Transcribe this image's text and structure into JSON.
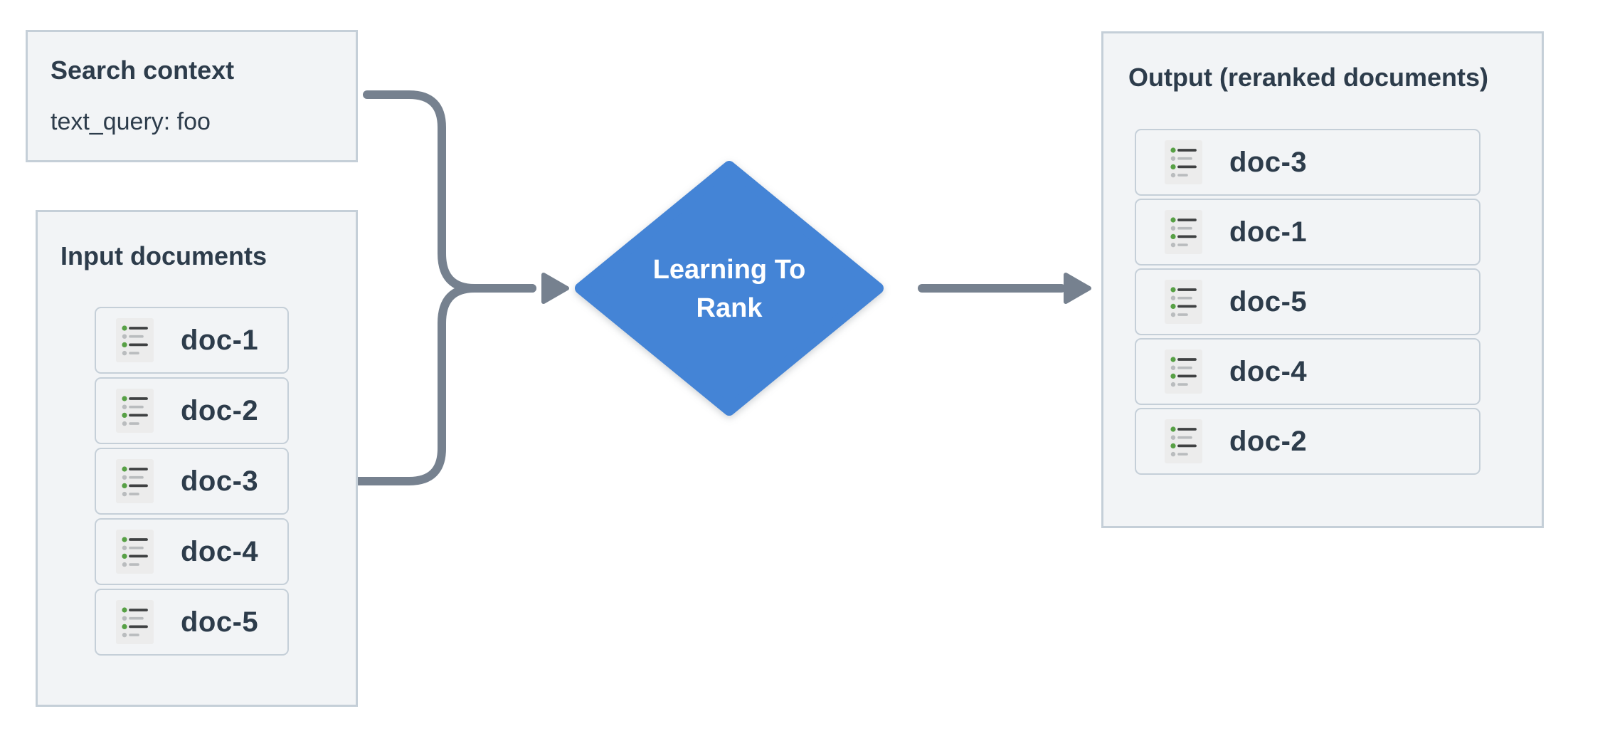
{
  "search_context": {
    "title": "Search context",
    "query": "text_query: foo"
  },
  "input_documents": {
    "title": "Input documents",
    "items": [
      "doc-1",
      "doc-2",
      "doc-3",
      "doc-4",
      "doc-5"
    ]
  },
  "process_node": {
    "label_line1": "Learning To",
    "label_line2": "Rank"
  },
  "output_documents": {
    "title": "Output (reranked documents)",
    "items": [
      "doc-3",
      "doc-1",
      "doc-5",
      "doc-4",
      "doc-2"
    ]
  },
  "icons": {
    "doc_item_icon": "doc-list-icon"
  },
  "colors": {
    "node_blue": "#4484d6",
    "box_background": "#f2f4f6",
    "box_border": "#c5cfd8",
    "text_dark": "#2d3c4b",
    "arrow_gray": "#76818f",
    "icon_green": "#57a045",
    "icon_gray": "#b9bcbe",
    "icon_dark_line": "#3f4142",
    "icon_background": "#ececec"
  }
}
